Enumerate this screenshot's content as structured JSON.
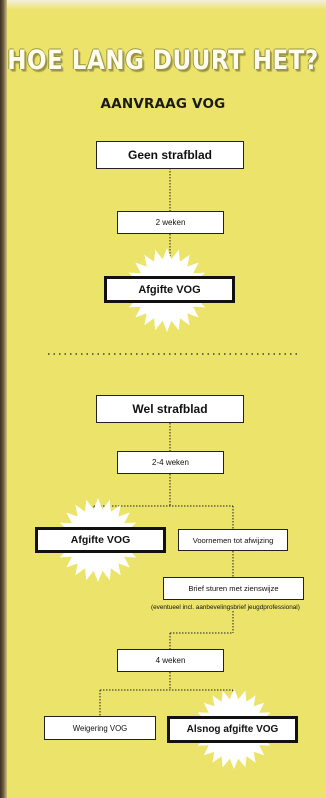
{
  "title": "HOE LANG DUURT HET?",
  "subtitle": "AANVRAAG VOG",
  "colors": {
    "background": "#ece36b",
    "box": "#ffffff",
    "border": "#111111",
    "burst": "#ffffff"
  },
  "section_no_record": {
    "start": "Geen strafblad",
    "duration": "2 weken",
    "result": "Afgifte VOG"
  },
  "section_record": {
    "start": "Wel strafblad",
    "duration": "2-4 weken",
    "result_left": "Afgifte VOG",
    "intent": "Voornemen tot afwijzing",
    "letter": "Brief sturen met zienswijze",
    "letter_note": "(eventueel incl. aanbevelingsbrief jeugdprofessional)",
    "duration2": "4 weken",
    "refusal": "Weigering VOG",
    "granted_after_all": "Alsnog afgifte VOG"
  }
}
